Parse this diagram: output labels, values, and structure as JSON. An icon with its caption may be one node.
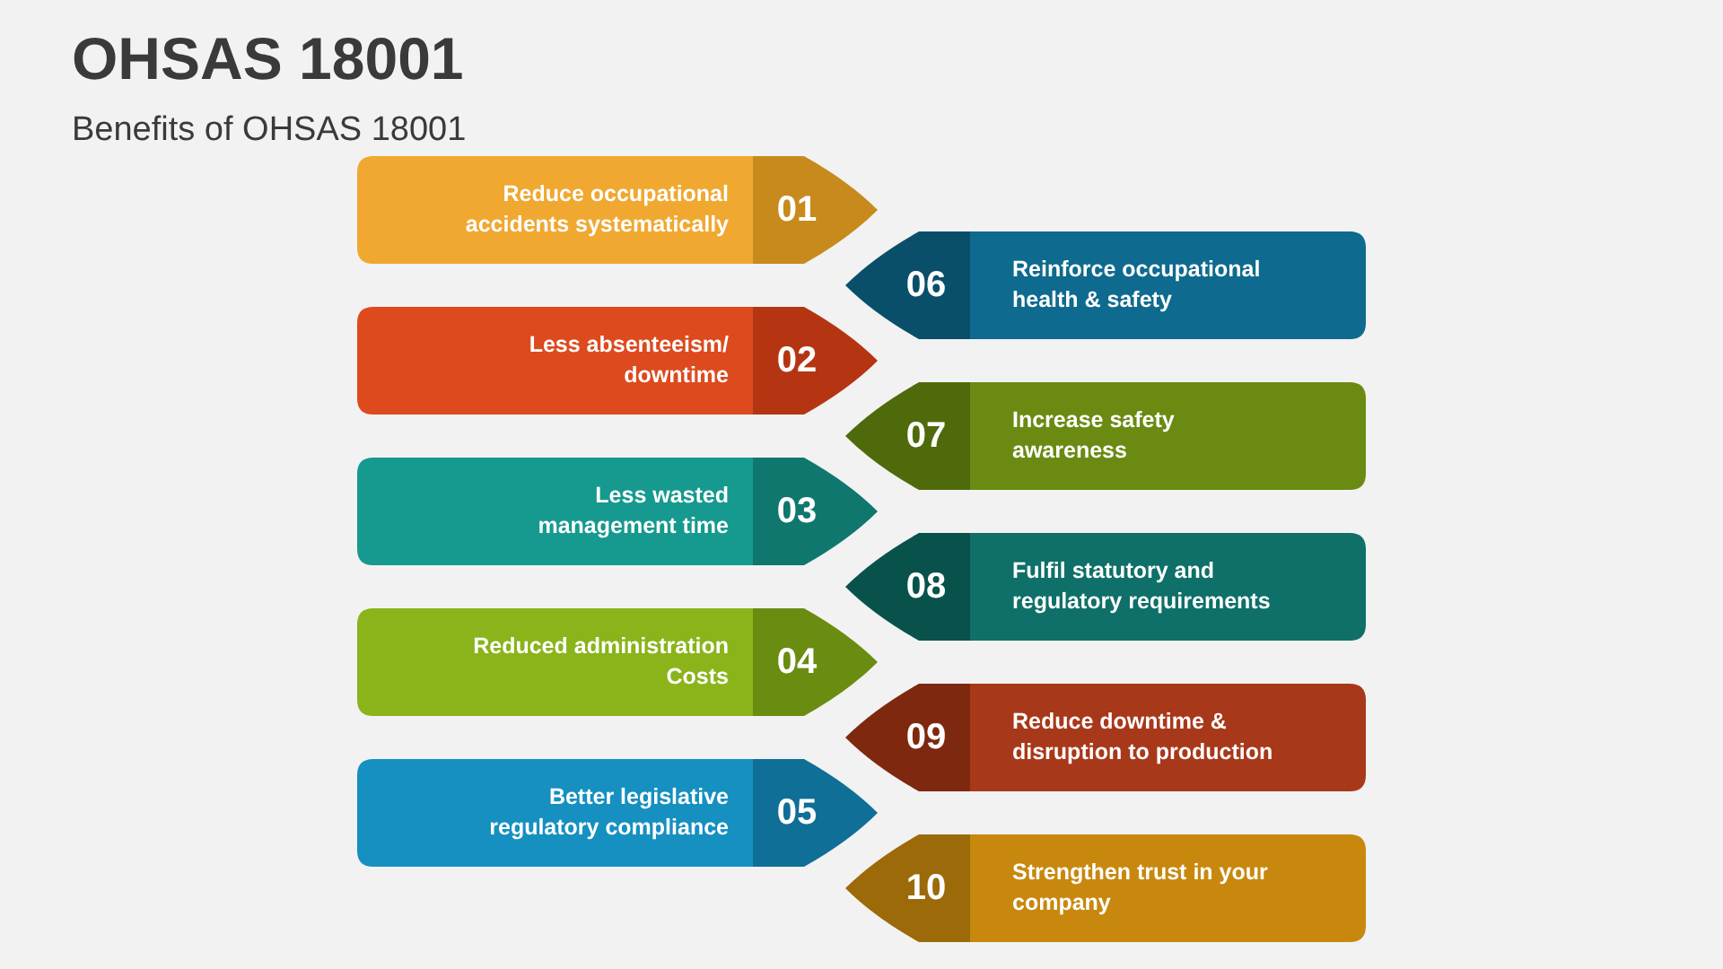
{
  "diagram": {
    "title": "OHSAS 18001",
    "nodes": [
      {
        "text": [
          "Reduce occupational accidents systematically",
          "01"
        ]
      },
      {
        "text": [
          "06",
          "Reinforce occupational health & safety"
        ]
      },
      {
        "text": [
          "Less absenteeism/ downtime",
          "02"
        ]
      },
      {
        "text": [
          "07",
          "Increase safety awareness"
        ]
      },
      {
        "text": [
          "Less wasted management time",
          "03"
        ]
      },
      {
        "text": [
          "08",
          "Fulfil statutory and regulatory requirements"
        ]
      },
      {
        "text": [
          "Reduced administration Costs",
          "04"
        ]
      },
      {
        "text": [
          "09",
          "Reduce downtime & disruption to production"
        ]
      },
      {
        "text": [
          "Better legislative regulatory compliance",
          "05"
        ]
      },
      {
        "text": [
          "10",
          "Strengthen trust in your company"
        ]
      }
    ],
    "labels": [
      "Benefits of OHSAS 18001"
    ]
  }
}
